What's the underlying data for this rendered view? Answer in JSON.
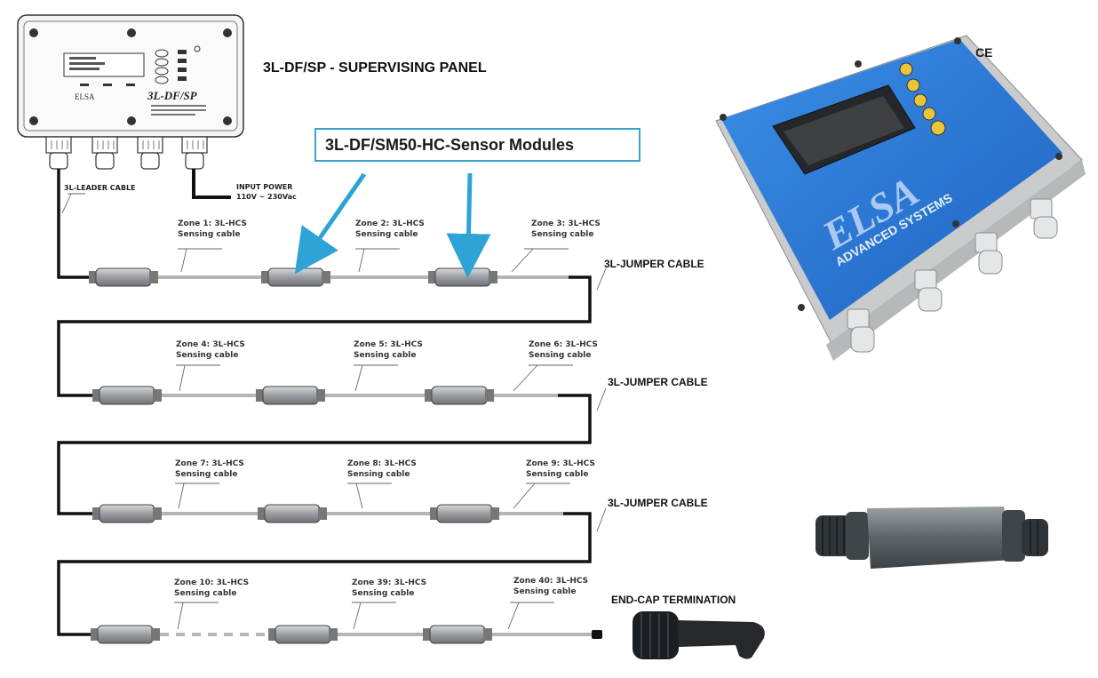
{
  "panel_title": "3L-DF/SP - SUPERVISING PANEL",
  "sensor_modules_label": "3L-DF/SM50-HC-Sensor Modules",
  "leader_cable": "3L-LEADER CABLE",
  "input_power": {
    "line1": "INPUT POWER",
    "line2": "110V ~ 230Vac"
  },
  "jumper_cable": "3L-JUMPER CABLE",
  "end_cap": "END-CAP TERMINATION",
  "panel_model": "3L-DF/SP",
  "brand": {
    "logo_word": "ELSA",
    "logo_sub": "ADVANCED SYSTEMS"
  },
  "zones": [
    {
      "title": "Zone 1: 3L-HCS",
      "sub": "Sensing cable"
    },
    {
      "title": "Zone 2: 3L-HCS",
      "sub": "Sensing cable"
    },
    {
      "title": "Zone 3: 3L-HCS",
      "sub": "Sensing cable"
    },
    {
      "title": "Zone 4: 3L-HCS",
      "sub": "Sensing cable"
    },
    {
      "title": "Zone 5: 3L-HCS",
      "sub": "Sensing cable"
    },
    {
      "title": "Zone 6: 3L-HCS",
      "sub": "Sensing cable"
    },
    {
      "title": "Zone 7: 3L-HCS",
      "sub": "Sensing cable"
    },
    {
      "title": "Zone 8: 3L-HCS",
      "sub": "Sensing cable"
    },
    {
      "title": "Zone 9: 3L-HCS",
      "sub": "Sensing cable"
    },
    {
      "title": "Zone 10: 3L-HCS",
      "sub": "Sensing cable"
    },
    {
      "title": "Zone 39: 3L-HCS",
      "sub": "Sensing cable"
    },
    {
      "title": "Zone 40: 3L-HCS",
      "sub": "Sensing cable"
    }
  ],
  "colors": {
    "accent_box": "#3aa3c7",
    "arrow": "#2ea3d6",
    "panel_blue": "#2f7fd6",
    "cable_dark": "#111111",
    "cable_grey": "#b5b5b5"
  }
}
